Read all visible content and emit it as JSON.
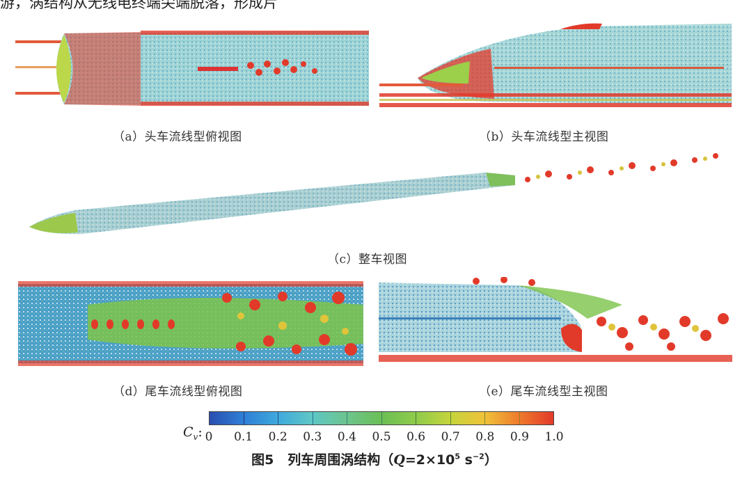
{
  "top_text": "游，涡结构从无线电终端尖端脱落，形成片",
  "panels": [
    {
      "id": "a",
      "caption": "（a）头车流线型俯视图"
    },
    {
      "id": "b",
      "caption": "（b）头车流线型主视图"
    },
    {
      "id": "c",
      "caption": "（c）整车视图"
    },
    {
      "id": "d",
      "caption": "（d）尾车流线型俯视图"
    },
    {
      "id": "e",
      "caption": "（e）尾车流线型主视图"
    }
  ],
  "colorbar": {
    "symbol": "C",
    "subscript": "v",
    "suffix": ":",
    "ticks": [
      "0",
      "0.1",
      "0.2",
      "0.3",
      "0.4",
      "0.5",
      "0.6",
      "0.7",
      "0.8",
      "0.9",
      "1.0"
    ],
    "colors": [
      "#2a4fb0",
      "#2f7fd6",
      "#3fa9dc",
      "#5fc7c4",
      "#6cc48e",
      "#6bbf55",
      "#8fcb4b",
      "#c6d43c",
      "#efc23a",
      "#ee7a2c",
      "#e23a2a"
    ]
  },
  "figure_caption": {
    "label": "图5",
    "title": "列车周围涡结构（",
    "q": "Q",
    "eq": "=2×10",
    "exp": "5",
    "unit": " s",
    "unit_exp": "−2",
    "close": "）"
  }
}
